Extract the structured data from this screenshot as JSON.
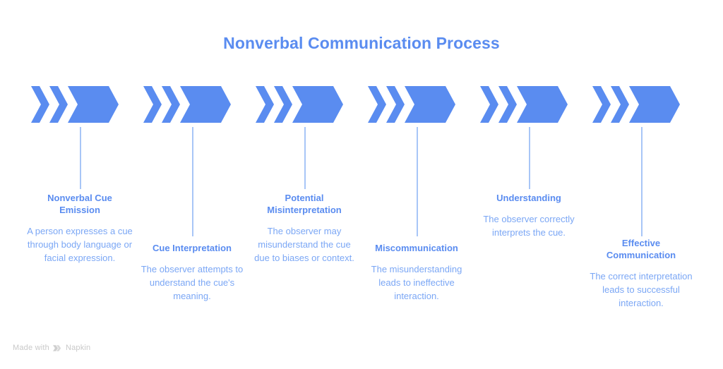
{
  "title": "Nonverbal Communication Process",
  "colors": {
    "accent": "#5a8cf0",
    "body_text": "#7ba7f5",
    "connector": "#a8c6f7",
    "background": "#ffffff",
    "watermark": "#c9c9c9"
  },
  "steps": [
    {
      "title": "Nonverbal Cue Emission",
      "description": "A person expresses a cue through body language or facial expression."
    },
    {
      "title": "Cue Interpretation",
      "description": "The observer attempts to understand the cue's meaning."
    },
    {
      "title": "Potential Misinterpretation",
      "description": "The observer may misunderstand the cue due to biases or context."
    },
    {
      "title": "Miscommunication",
      "description": "The misunderstanding leads to ineffective interaction."
    },
    {
      "title": "Understanding",
      "description": "The observer correctly interprets the cue."
    },
    {
      "title": "Effective Communication",
      "description": "The correct interpretation leads to successful interaction."
    }
  ],
  "watermark": {
    "prefix": "Made with",
    "logo": "napkin-chevron-logo",
    "brand": "Napkin"
  }
}
